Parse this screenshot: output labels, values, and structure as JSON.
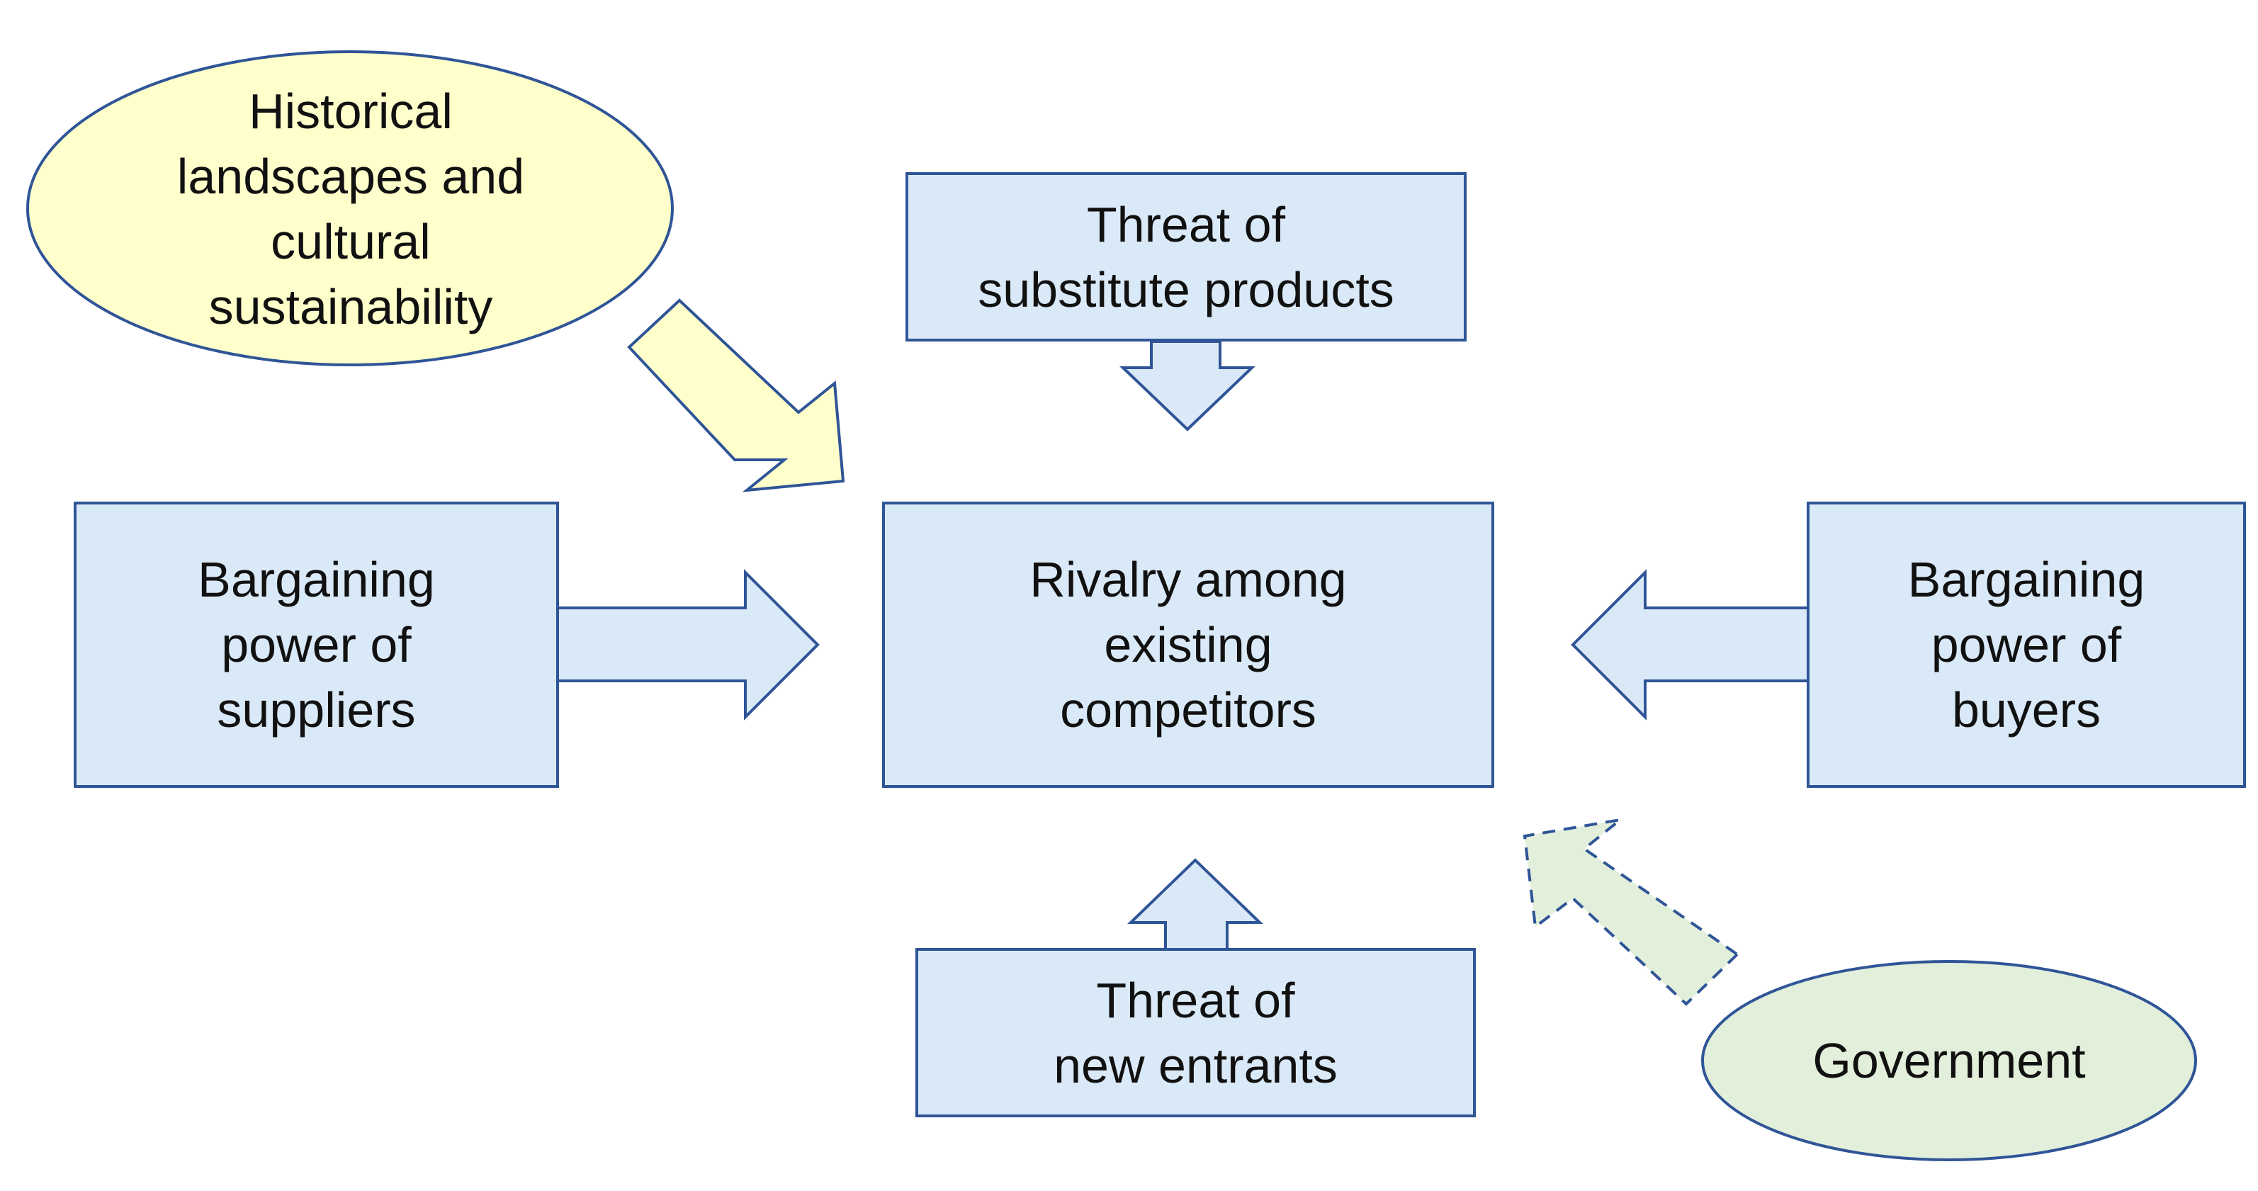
{
  "nodes": {
    "historical": {
      "lines": [
        "Historical",
        "landscapes and",
        "cultural",
        "sustainability"
      ],
      "fill": "#ffffcc"
    },
    "substitutes": {
      "lines": [
        "Threat of",
        "substitute products"
      ],
      "fill": "#dae9f7"
    },
    "suppliers": {
      "lines": [
        "Bargaining",
        "power of",
        "suppliers"
      ],
      "fill": "#dae9f7"
    },
    "rivalry": {
      "lines": [
        "Rivalry among",
        "existing",
        "competitors"
      ],
      "fill": "#dae9f7"
    },
    "buyers": {
      "lines": [
        "Bargaining",
        "power of",
        "buyers"
      ],
      "fill": "#dae9f7"
    },
    "new_entrants": {
      "lines": [
        "Threat of",
        "new entrants"
      ],
      "fill": "#dae9f7"
    },
    "government": {
      "lines": [
        "Government"
      ],
      "fill": "#e2efda"
    }
  },
  "colors": {
    "border": "#2f5597",
    "box_fill": "#dae9f7",
    "yellow_fill": "#ffffcc",
    "green_fill": "#e2efda",
    "text": "#111111"
  }
}
